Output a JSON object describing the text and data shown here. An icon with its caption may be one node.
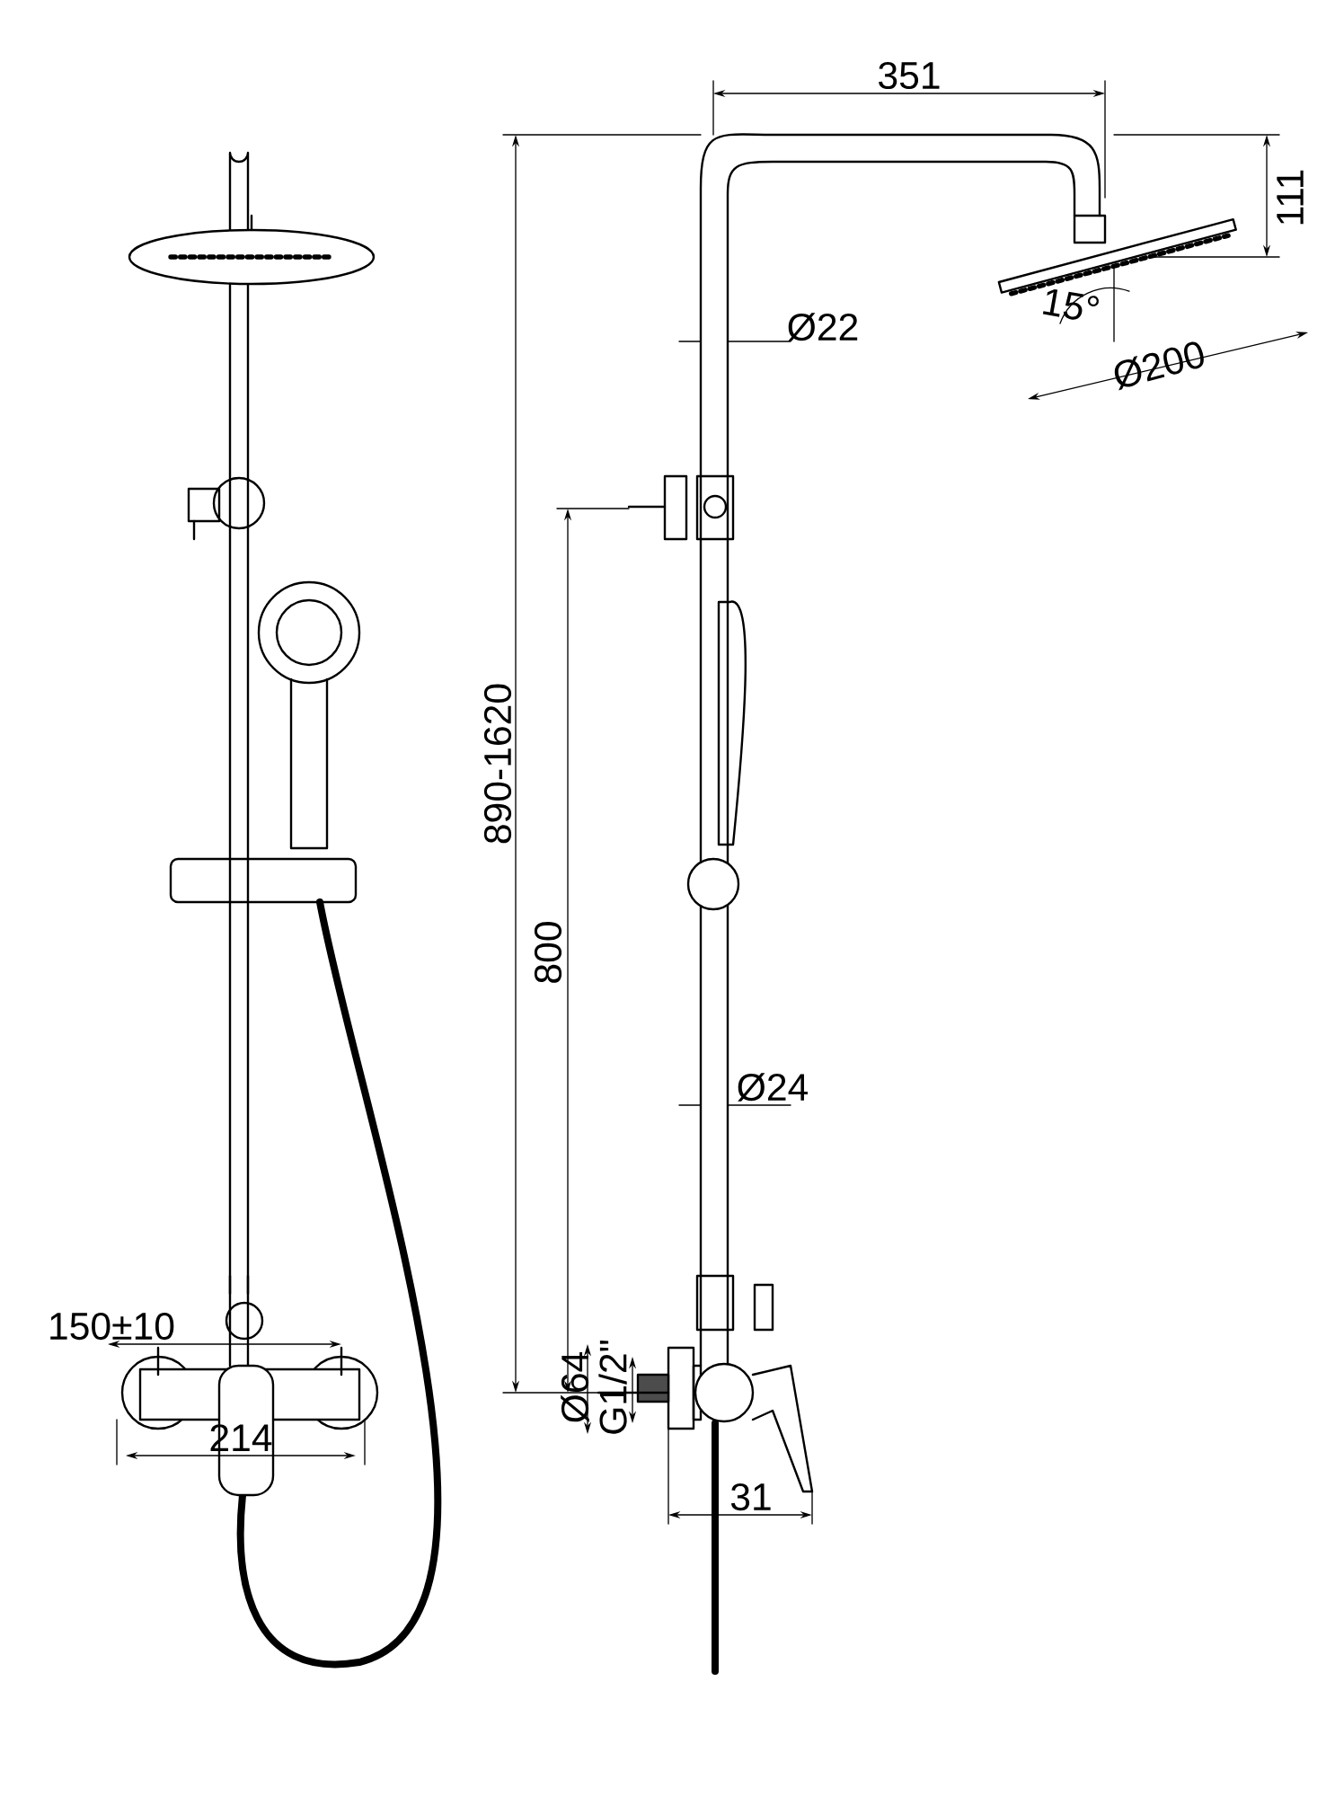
{
  "diagram": {
    "labels": [
      "351",
      "111",
      "15°",
      "Ø200",
      "Ø22",
      "890-1620",
      "800",
      "Ø24",
      "150±10",
      "214",
      "Ø64",
      "G1/2\"",
      "31"
    ]
  }
}
